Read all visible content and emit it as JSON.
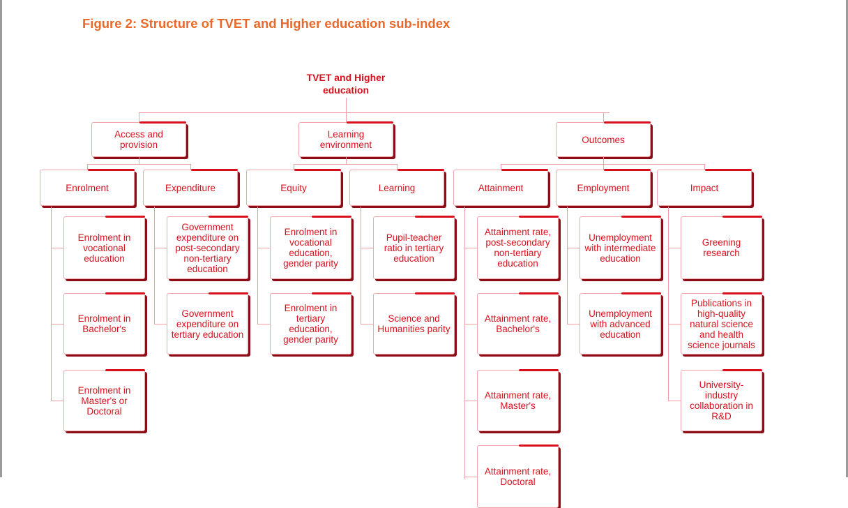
{
  "title": "Figure 2: Structure of TVET and Higher education sub-index",
  "root": "TVET and Higher education",
  "pillars": [
    {
      "label": "Access and provision",
      "groups": [
        {
          "label": "Enrolment",
          "items": [
            "Enrolment in vocational education",
            "Enrolment in Bachelor's",
            "Enrolment in Master's or Doctoral"
          ]
        },
        {
          "label": "Expenditure",
          "items": [
            "Government expenditure on post-secondary non-tertiary education",
            "Government expenditure on tertiary education"
          ]
        }
      ]
    },
    {
      "label": "Learning environment",
      "groups": [
        {
          "label": "Equity",
          "items": [
            "Enrolment in vocational education, gender parity",
            "Enrolment in tertiary education, gender parity"
          ]
        },
        {
          "label": "Learning",
          "items": [
            "Pupil-teacher ratio in tertiary education",
            "Science and Humanities parity"
          ]
        }
      ]
    },
    {
      "label": "Outcomes",
      "groups": [
        {
          "label": "Attainment",
          "items": [
            "Attainment rate, post-secondary non-tertiary education",
            "Attainment rate, Bachelor's",
            "Attainment rate, Master's",
            "Attainment rate, Doctoral"
          ]
        },
        {
          "label": "Employment",
          "items": [
            "Unemployment with intermediate education",
            "Unemployment with advanced education"
          ]
        },
        {
          "label": "Impact",
          "items": [
            "Greening research",
            "Publications in high-quality natural science and health science journals",
            "University-industry collaboration in R&D"
          ]
        }
      ]
    }
  ]
}
